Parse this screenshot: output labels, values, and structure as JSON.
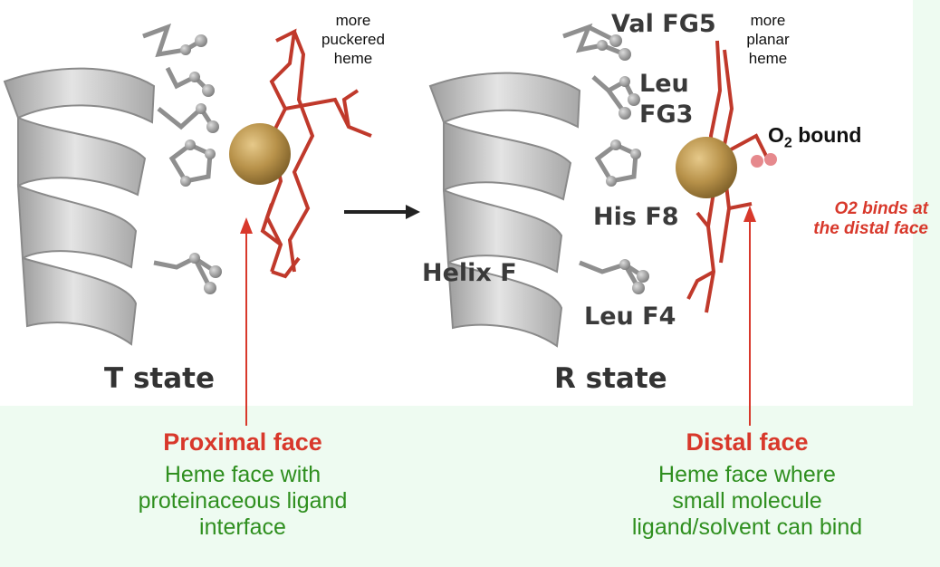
{
  "colors": {
    "panel_bg": "#eefbf1",
    "heme": "#c0392b",
    "iron": "#b8924a",
    "helix": "#c9c9c9",
    "callout_title": "#d8382b",
    "callout_text": "#2f8f1f"
  },
  "t_state": {
    "heme_label": "more\npuckered\nheme",
    "state_label": "T state"
  },
  "r_state": {
    "heme_label": "more\nplanar\nheme",
    "state_label": "R state",
    "residues": {
      "val_fg5": "Val FG5",
      "leu_fg3": "Leu\nFG3",
      "his_f8": "His F8",
      "helix_f": "Helix F",
      "leu_f4": "Leu F4"
    },
    "o2_symbol": "O",
    "o2_subscript": "2",
    "o2_word": "bound",
    "o2_note": "O2 binds at\nthe distal face"
  },
  "proximal": {
    "title": "Proximal face",
    "description": "Heme face with\nproteinaceous ligand\ninterface"
  },
  "distal": {
    "title": "Distal face",
    "description": "Heme face where\nsmall molecule\nligand/solvent can bind"
  }
}
